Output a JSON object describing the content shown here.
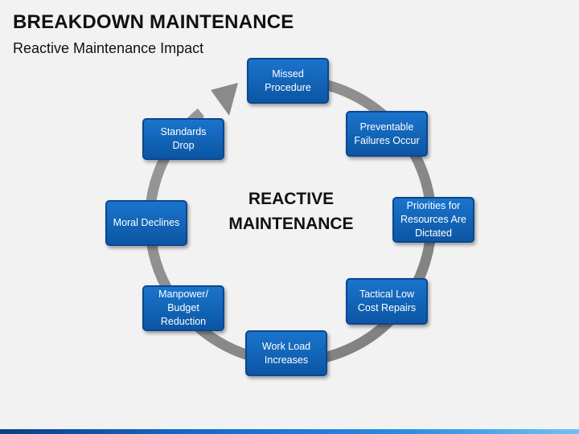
{
  "slide": {
    "title": "BREAKDOWN MAINTENANCE",
    "subtitle": "Reactive Maintenance Impact"
  },
  "center": {
    "line1": "REACTIVE",
    "line2": "MAINTENANCE"
  },
  "steps": [
    {
      "label": "Missed Procedure"
    },
    {
      "label": "Preventable Failures Occur"
    },
    {
      "label": "Priorities for Resources Are Dictated"
    },
    {
      "label": "Tactical Low Cost Repairs"
    },
    {
      "label": "Work Load Increases"
    },
    {
      "label": "Manpower/ Budget Reduction"
    },
    {
      "label": "Moral Declines"
    },
    {
      "label": "Standards Drop"
    }
  ],
  "colors": {
    "box_fill": "#1268c0",
    "box_border": "#0a4790",
    "ring": "#8c8c8c",
    "background": "#f2f2f2"
  }
}
